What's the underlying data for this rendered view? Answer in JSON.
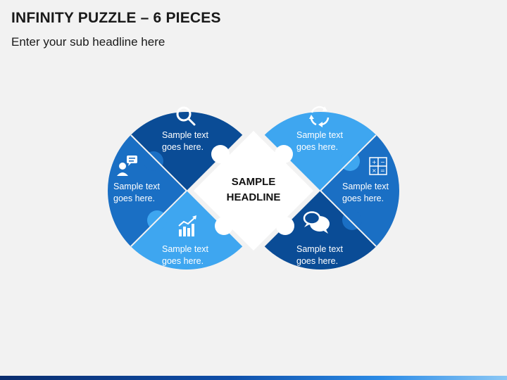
{
  "header": {
    "title": "INFINITY PUZZLE – 6 PIECES",
    "subtitle": "Enter your sub headline here"
  },
  "center": {
    "line1": "SAMPLE",
    "line2": "HEADLINE"
  },
  "pieces": [
    {
      "id": "top-left",
      "icon": "magnifier-icon",
      "line1": "Sample text",
      "line2": "goes here.",
      "color": "#0a4c96"
    },
    {
      "id": "left",
      "icon": "chat-person-icon",
      "line1": "Sample text",
      "line2": "goes here.",
      "color": "#1a6fc4"
    },
    {
      "id": "bottom-left",
      "icon": "growth-chart-icon",
      "line1": "Sample text",
      "line2": "goes here.",
      "color": "#3ea6f0"
    },
    {
      "id": "top-right",
      "icon": "refresh-cycle-icon",
      "line1": "Sample text",
      "line2": "goes here.",
      "color": "#3ea6f0"
    },
    {
      "id": "right",
      "icon": "calculator-icon",
      "line1": "Sample text",
      "line2": "goes here.",
      "color": "#1a6fc4"
    },
    {
      "id": "bottom-right",
      "icon": "speech-bubbles-icon",
      "line1": "Sample text",
      "line2": "goes here.",
      "color": "#0a4c96"
    }
  ]
}
